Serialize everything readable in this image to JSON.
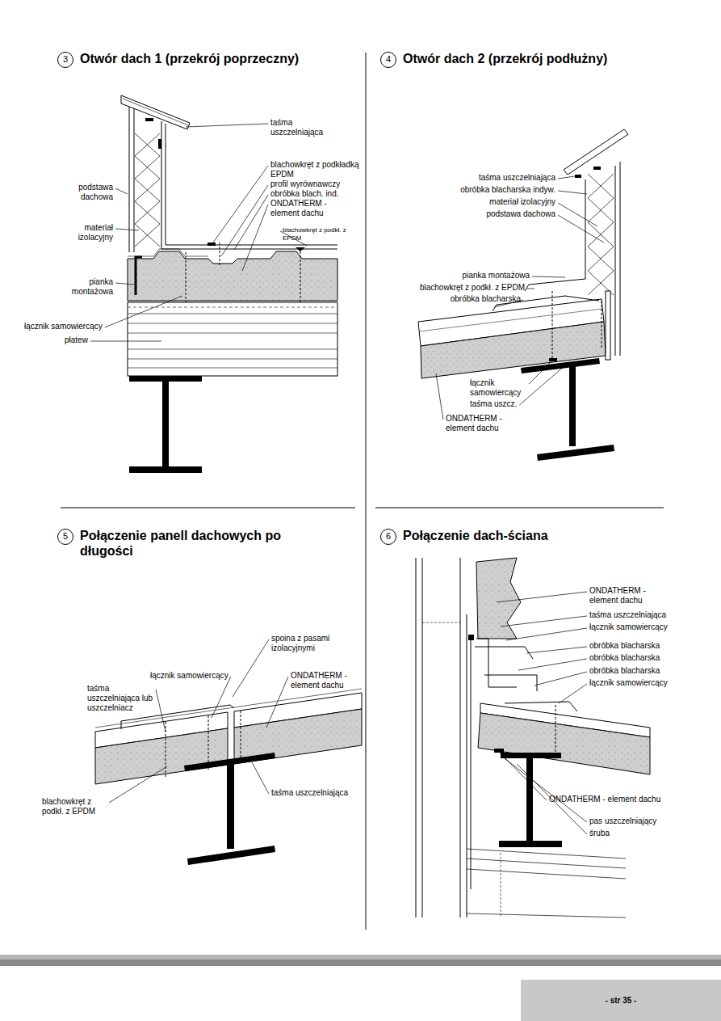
{
  "diagram": {
    "nodes": [
      {
        "text": [
          "3",
          "Otwór dach 1 (przekrój poprzeczny)"
        ]
      },
      {
        "text": [
          "4",
          "Otwór dach 2 (przekrój podłużny)"
        ]
      },
      {
        "text": [
          "5",
          "Połączenie panell dachowych po długości"
        ]
      },
      {
        "text": [
          "6",
          "Połączenie dach-ściana"
        ]
      },
      {
        "text": [
          "- str 35 -"
        ]
      }
    ],
    "labels": [
      "taśma uszczelniająca",
      "blachowkręt z podkładką EPDM",
      "profil wyrównawczy",
      "obróbka blach. ind.",
      "ONDATHERM - element dachu",
      "blachowkręt z podkł. z EPDM",
      "podstawa dachowa",
      "materiał izolacyjny",
      "pianka montażowa",
      "łącznik samowiercący",
      "płatew",
      "taśma uszczelniająca",
      "obróbka blacharska indyw.",
      "materiał izolacyjny",
      "podstawa dachowa",
      "pianka montażowa",
      "blachowkręt z podkł. z EPDM",
      "obróbka blacharska",
      "łącznik samowiercący",
      "taśma uszcz.",
      "ONDATHERM - element dachu",
      "spoina z pasami izolacyjnymi",
      "łącznik samowiercący",
      "ONDATHERM - element dachu",
      "taśma uszczelniająca lub uszczelniacz",
      "blachowkręt z podkł. z EPDM",
      "taśma uszczelniająca",
      "ONDATHERM - element dachu",
      "taśma uszczelniająca",
      "łącznik samowiercący",
      "obróbka blacharska",
      "obróbka blacharska",
      "obróbka blacharska",
      "łącznik samowiercący",
      "ONDATHERM - element dachu",
      "pas uszczelniający",
      "śruba"
    ]
  }
}
